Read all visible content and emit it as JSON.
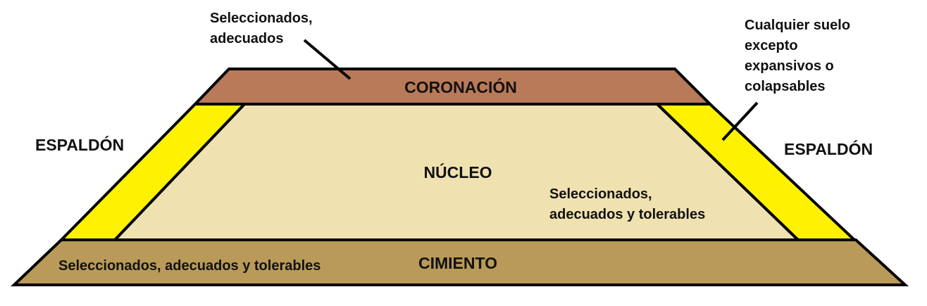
{
  "title": "Sección tipo de terraplén",
  "colors": {
    "coronacion": "#b87a58",
    "espaldon": "#fff200",
    "nucleo": "#efe2b0",
    "cimiento": "#b99a58",
    "outline": "#000000"
  },
  "zones": {
    "coronacion": "CORONACIÓN",
    "nucleo": "NÚCLEO",
    "cimiento": "CIMIENTO",
    "espaldon_left": "ESPALDÓN",
    "espaldon_right": "ESPALDÓN"
  },
  "notes": {
    "coronacion": [
      "Seleccionados,",
      "adecuados"
    ],
    "espaldon": [
      "Cualquier suelo",
      "excepto",
      "expansivos o",
      "colapsables"
    ],
    "nucleo": [
      "Seleccionados,",
      "adecuados y tolerables"
    ],
    "cimiento": "Seleccionados, adecuados y tolerables"
  }
}
